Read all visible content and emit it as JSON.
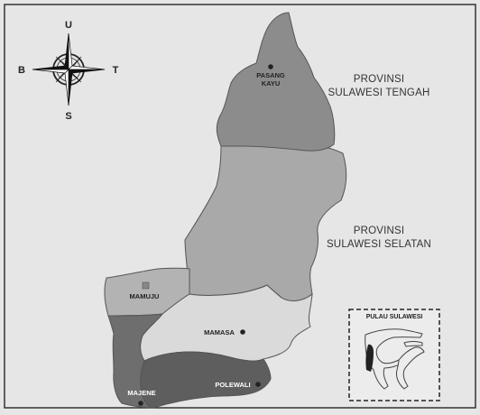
{
  "compass": {
    "north": "U",
    "south": "S",
    "east": "T",
    "west": "B"
  },
  "provinces": {
    "central": {
      "line1": "PROVINSI",
      "line2": "SULAWESI TENGAH"
    },
    "south": {
      "line1": "PROVINSI",
      "line2": "SULAWESI SELATAN"
    }
  },
  "towns": {
    "pasangkayu": {
      "line1": "PASANG",
      "line2": "KAYU"
    },
    "mamuju": "MAMUJU",
    "mamasa": "MAMASA",
    "polewali": "POLEWALI",
    "majene": "MAJENE"
  },
  "inset": {
    "title": "PULAU SULAWESI"
  },
  "colors": {
    "background": "#e6e6e6",
    "frame": "#333333",
    "region_pasangkayu": "#8c8c8c",
    "region_mamuju": "#a9a9a9",
    "region_mamuju_town_area": "#b3b3b3",
    "region_mamasa": "#dadada",
    "region_majene": "#6e6e6e",
    "region_polewali": "#5e5e5e",
    "border": "#555555"
  }
}
